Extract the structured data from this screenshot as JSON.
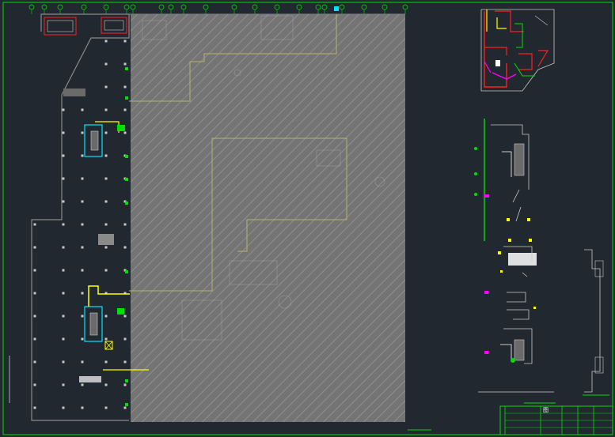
{
  "canvas": {
    "background": "#212830",
    "frame_color": "#00e000",
    "wall_color": "#8a8a8a",
    "column_color": "#c8c8c8",
    "hatch_color": "#9a9a9a",
    "accent_colors": {
      "green": "#00e000",
      "cyan": "#00e5ff",
      "yellow": "#ffff00",
      "red": "#ff2020",
      "magenta": "#ff00ff",
      "white": "#ffffff",
      "olive": "#b4b46a"
    }
  },
  "title_block": {
    "label": "图"
  },
  "views": [
    {
      "name": "main-floor-plan"
    },
    {
      "name": "key-plan"
    },
    {
      "name": "detail-section-1"
    },
    {
      "name": "detail-section-2"
    }
  ]
}
